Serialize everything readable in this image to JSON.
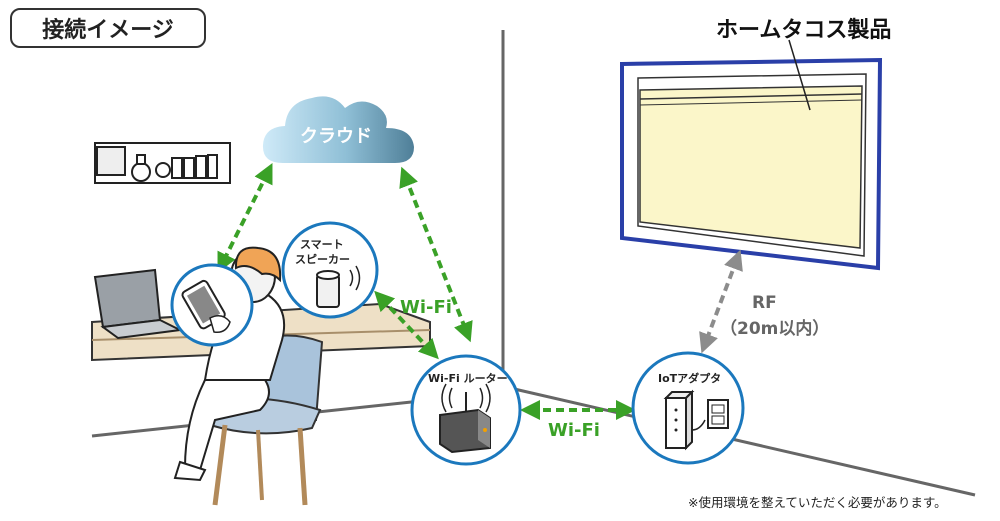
{
  "title": "接続イメージ",
  "product_label": "ホームタコス製品",
  "cloud_label": "クラウド",
  "smart_speaker_label": [
    "スマート",
    "スピーカー"
  ],
  "router_label": "Wi-Fi ルーター",
  "iot_adapter_label": "IoTアダプタ",
  "wifi_label_upper": "Wi-Fi",
  "wifi_label_lower": "Wi-Fi",
  "rf_label": "RF",
  "rf_range_label": "（20m以内）",
  "footnote": "※使用環境を整えていただく必要があります。",
  "colors": {
    "wifi_arrow": "#3aa127",
    "rf_arrow": "#8c8c8c",
    "circle_border": "#1b78bd",
    "window_border": "#2a3fa8",
    "cloud_start": "#bfe3f6",
    "cloud_end": "#5e8da5",
    "screen_fill": "#fbf6c9"
  },
  "icons": [
    "bookshelf-icon",
    "laptop-icon",
    "person-icon",
    "chair-icon",
    "tablet-icon",
    "speaker-icon",
    "router-icon",
    "iot-adapter-icon",
    "outlet-icon",
    "cloud-icon"
  ]
}
